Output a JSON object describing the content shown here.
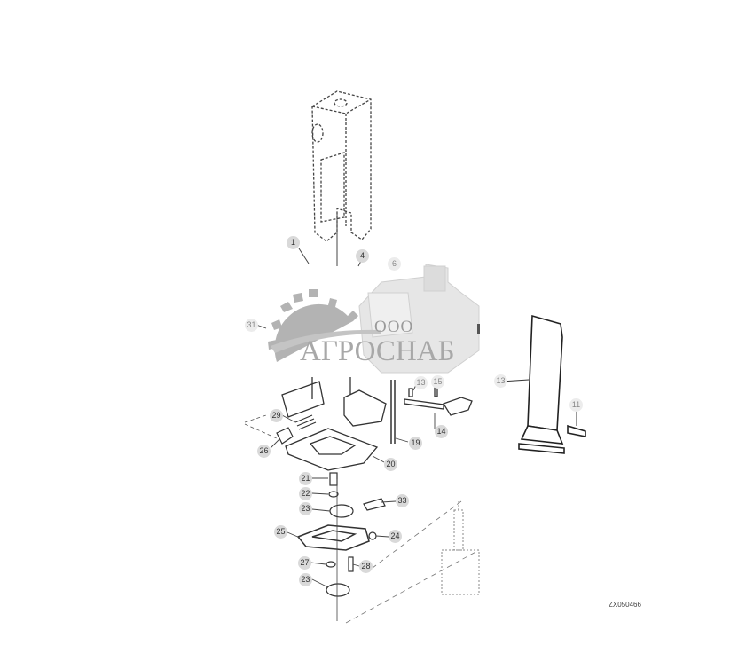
{
  "diagram": {
    "type": "exploded parts diagram",
    "figure_id": "ZX050466",
    "watermark": {
      "prefix": "ООО",
      "name": "АГРОСНАБ"
    },
    "callouts": [
      {
        "id": "1",
        "label": "1"
      },
      {
        "id": "4",
        "label": "4"
      },
      {
        "id": "6",
        "label": "6"
      },
      {
        "id": "31",
        "label": "31"
      },
      {
        "id": "13a",
        "label": "13"
      },
      {
        "id": "15",
        "label": "15"
      },
      {
        "id": "14",
        "label": "14"
      },
      {
        "id": "19",
        "label": "19"
      },
      {
        "id": "29",
        "label": "29"
      },
      {
        "id": "26",
        "label": "26"
      },
      {
        "id": "20",
        "label": "20"
      },
      {
        "id": "21",
        "label": "21"
      },
      {
        "id": "22",
        "label": "22"
      },
      {
        "id": "23a",
        "label": "23"
      },
      {
        "id": "33",
        "label": "33"
      },
      {
        "id": "25",
        "label": "25"
      },
      {
        "id": "24",
        "label": "24"
      },
      {
        "id": "27",
        "label": "27"
      },
      {
        "id": "28",
        "label": "28"
      },
      {
        "id": "23b",
        "label": "23"
      },
      {
        "id": "13b",
        "label": "13"
      },
      {
        "id": "11",
        "label": "11"
      }
    ]
  }
}
